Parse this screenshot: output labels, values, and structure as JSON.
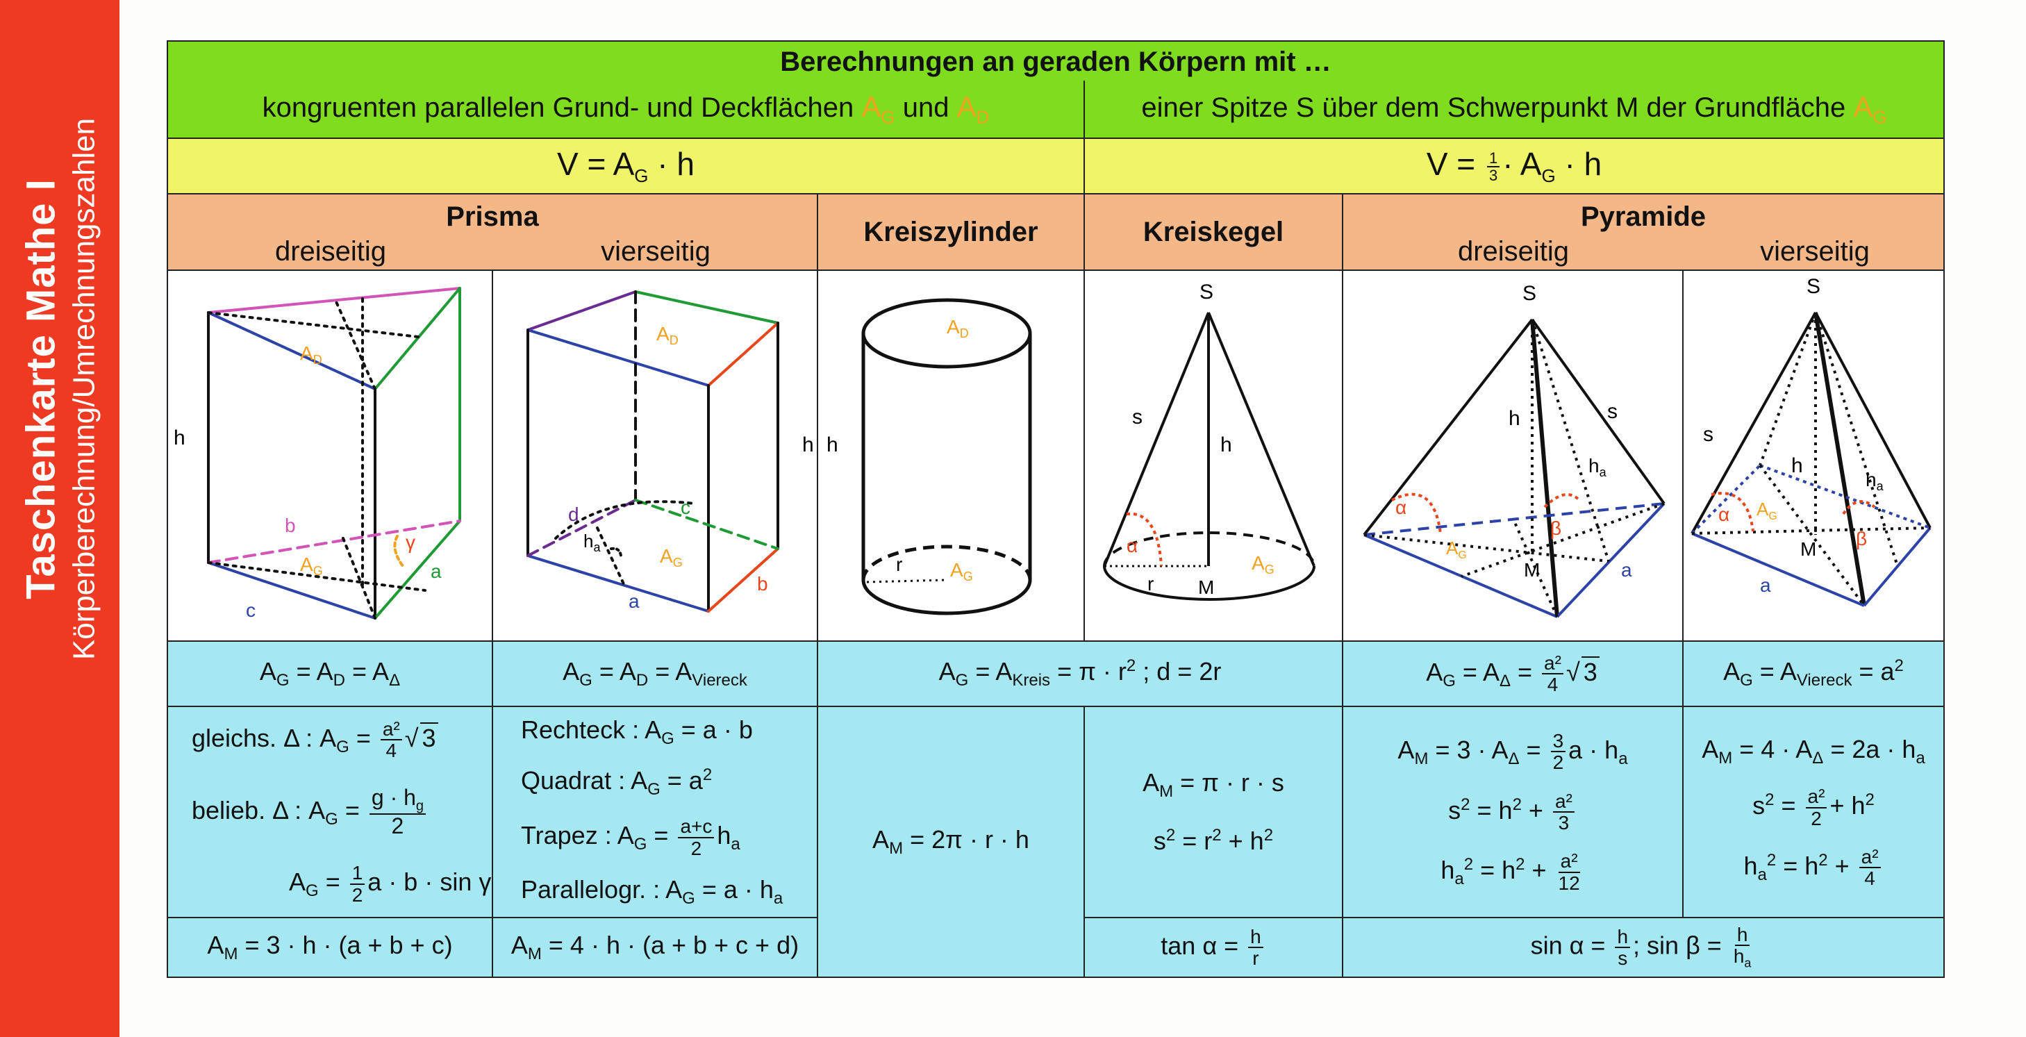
{
  "side": {
    "title": "Taschenkarte Mathe I",
    "subtitle": "Körperberechnung/Umrechnungszahlen"
  },
  "header": {
    "title": "Berechnungen an geraden Körpern mit …",
    "left_prefix": "kongruenten parallelen Grund- und Deckflächen",
    "left_and": "und",
    "right_text": "einer Spitze S über dem Schwerpunkt M der Grundfläche",
    "ag": "A",
    "ag_sub": "G",
    "ad": "A",
    "ad_sub": "D"
  },
  "volume": {
    "left": "V = A_G · h",
    "right": "V = 1/3 · A_G · h"
  },
  "categories": {
    "prisma": "Prisma",
    "prisma_3": "dreiseitig",
    "prisma_4": "vierseitig",
    "zylinder": "Kreiszylinder",
    "kegel": "Kreiskegel",
    "pyramide": "Pyramide",
    "pyramide_3": "dreiseitig",
    "pyramide_4": "vierseitig"
  },
  "figure_labels": {
    "h": "h",
    "s": "s",
    "S": "S",
    "M": "M",
    "r": "r",
    "a": "a",
    "b": "b",
    "c": "c",
    "d": "d",
    "ha": "h",
    "AG": "A",
    "AD": "A",
    "G": "G",
    "D": "D",
    "alpha": "α",
    "beta": "β",
    "gamma": "γ"
  },
  "base_area": {
    "prisma_3": "A_G = A_D = A_Δ",
    "prisma_4": "A_G = A_D = A_Viereck",
    "zylinder_kegel": "A_G = A_Kreis = π · r² ; d = 2r",
    "pyramide_3": "A_G = A_Δ = a²/4 √3",
    "pyramide_4": "A_G = A_Viereck = a²"
  },
  "formulas": {
    "prisma_3": {
      "gleichs": "gleichs. Δ : A_G = a²/4 √3",
      "beliebig": "belieb. Δ : A_G = g · h_g / 2",
      "sin": "A_G = 1/2 a · b · sin γ"
    },
    "prisma_4": {
      "rechteck": "Rechteck : A_G = a · b",
      "quadrat": "Quadrat : A_G = a²",
      "trapez": "Trapez : A_G = (a+c)/2 h_a",
      "parallelogr": "Parallelogr. : A_G = a · h_a"
    },
    "zylinder": {
      "am": "A_M = 2π · r · h"
    },
    "kegel": {
      "am": "A_M = π · r · s",
      "s2": "s² = r² + h²"
    },
    "pyramide_3": {
      "am": "A_M = 3 · A_Δ = 3/2 a · h_a",
      "s2": "s² = h² + a²/3",
      "ha2": "h_a² = h² + a²/12"
    },
    "pyramide_4": {
      "am": "A_M = 4 · A_Δ = 2a · h_a",
      "s2": "s² = a²/2 + h²",
      "ha2": "h_a² = h² + a²/4"
    }
  },
  "bottom": {
    "prisma_3": "A_M = 3 · h · (a + b + c)",
    "prisma_4": "A_M = 4 · h · (a + b + c + d)",
    "kegel": "tan α = h / r",
    "pyramide": "sin α = h / s ; sin β = h / h_a"
  },
  "colors": {
    "header_green": "#80dc1e",
    "volume_yellow": "#f0f468",
    "category_orange": "#f4b888",
    "formula_cyan": "#a6e8f2",
    "strip_red": "#ee3a22",
    "area_label_orange": "#f2a21e"
  }
}
